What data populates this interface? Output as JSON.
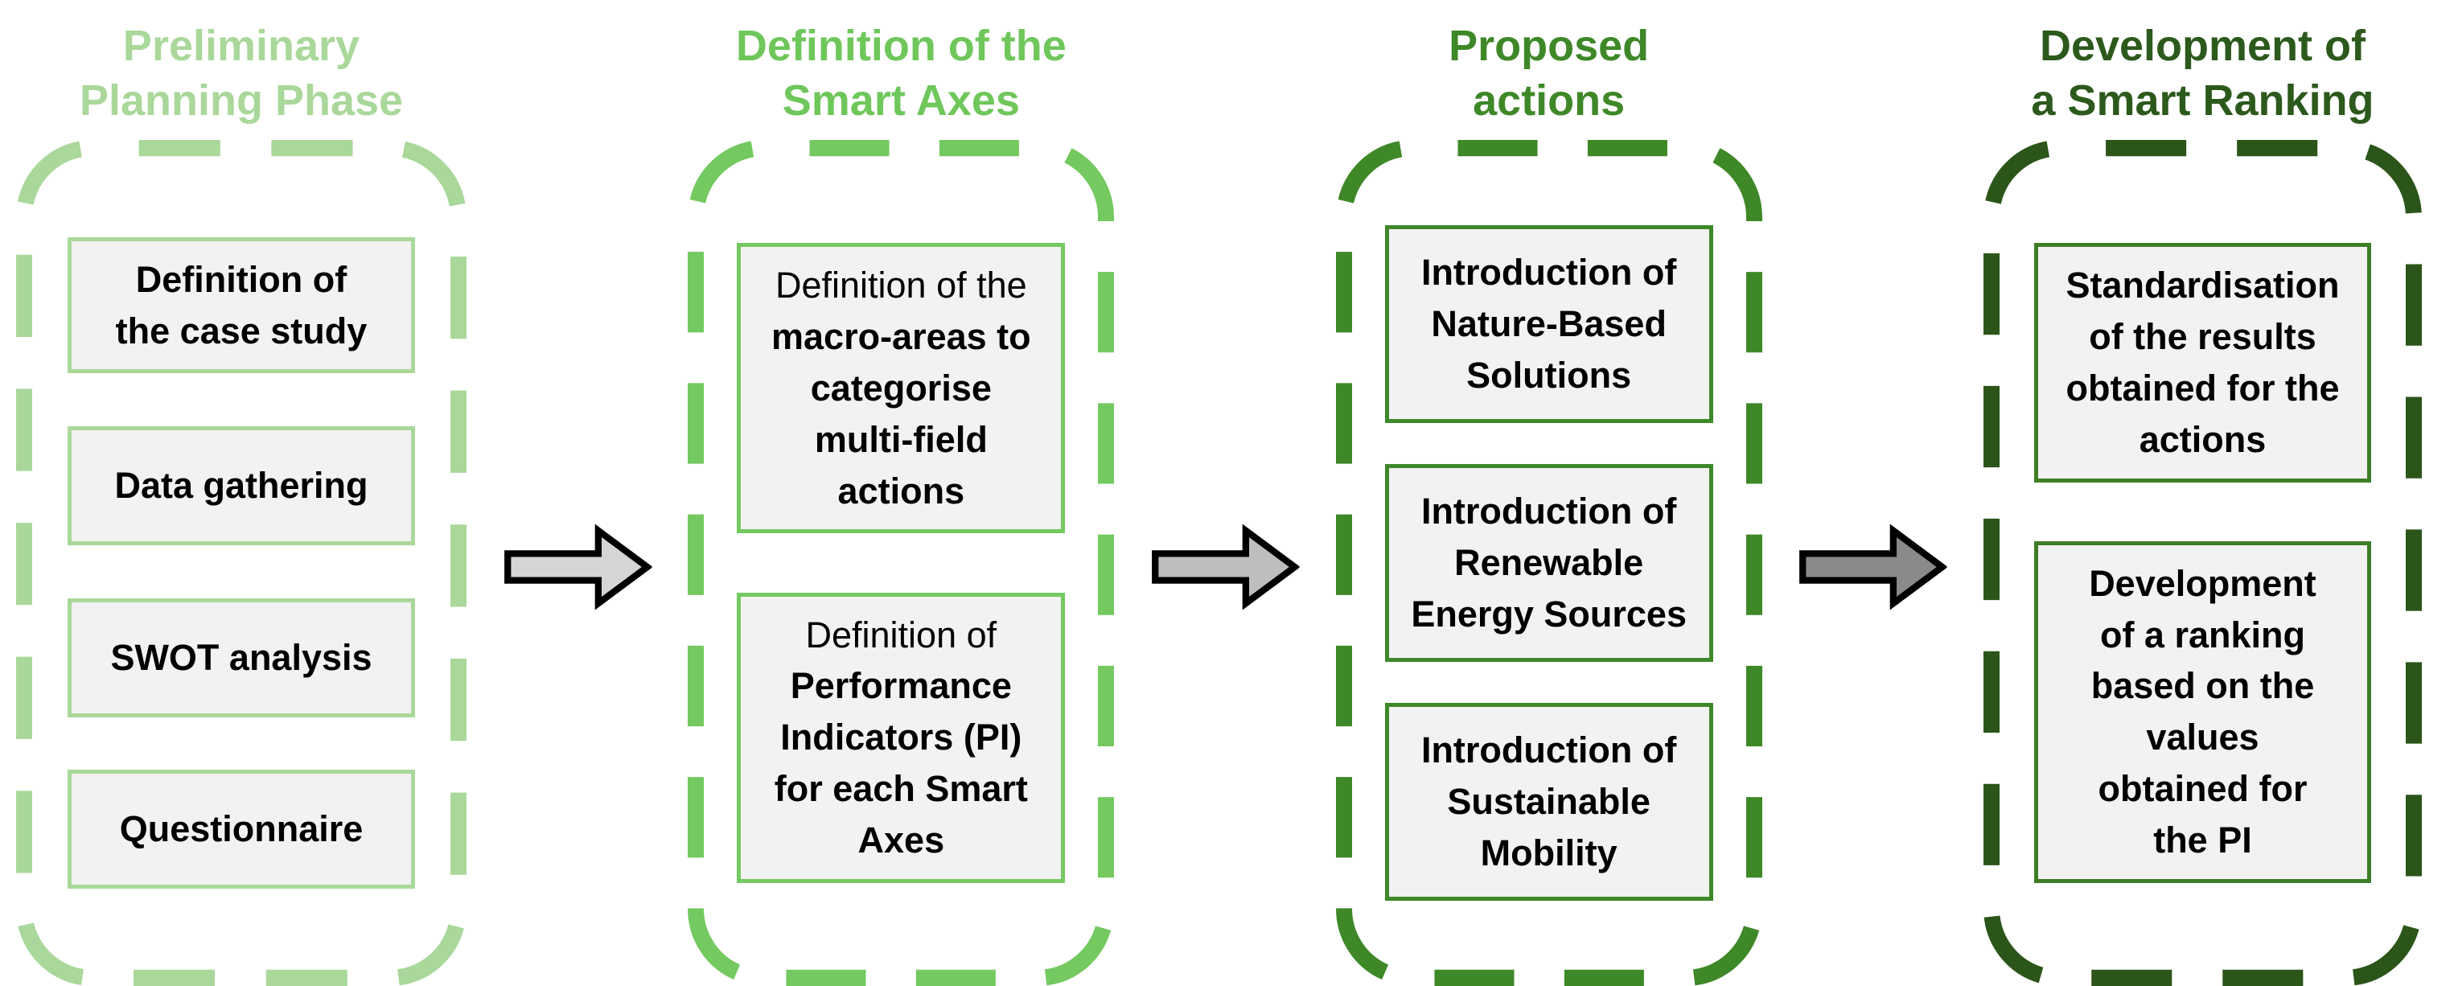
{
  "figure": {
    "background": "#FFFFFF",
    "box_fill": "#F2F2F2",
    "box_text_color": "#000000"
  },
  "phases": [
    {
      "id": "preliminary-planning-phase",
      "title_lines": [
        "Preliminary",
        "Planning Phase"
      ],
      "title_color": "#A9D89A",
      "dash_color": "#A9D89A",
      "box_border_color": "#A9D89A",
      "boxes": [
        {
          "lines": [
            {
              "text": "Definition of",
              "bold": true
            },
            {
              "text": "the case study",
              "bold": true
            }
          ]
        },
        {
          "lines": [
            {
              "text": "Data gathering",
              "bold": true
            }
          ]
        },
        {
          "lines": [
            {
              "text": "SWOT analysis",
              "bold": true
            }
          ]
        },
        {
          "lines": [
            {
              "text": "Questionnaire",
              "bold": true
            }
          ]
        }
      ]
    },
    {
      "id": "definition-of-the-smart-axes",
      "title_lines": [
        "Definition of the",
        "Smart Axes"
      ],
      "title_color": "#6FC75B",
      "dash_color": "#74C960",
      "box_border_color": "#74C960",
      "boxes": [
        {
          "lines": [
            {
              "text": "Definition of the",
              "bold": false
            },
            {
              "text": "macro-areas to",
              "bold": true
            },
            {
              "text": "categorise",
              "bold": true
            },
            {
              "text": "multi-field",
              "bold": true
            },
            {
              "text": "actions",
              "bold": true
            }
          ]
        },
        {
          "lines": [
            {
              "text": "Definition of",
              "bold": false
            },
            {
              "text": "Performance",
              "bold": true
            },
            {
              "text": "Indicators (PI)",
              "bold": true
            },
            {
              "text": "for each Smart",
              "bold": true
            },
            {
              "text": "Axes",
              "bold": true
            }
          ]
        }
      ]
    },
    {
      "id": "proposed-actions",
      "title_lines": [
        "Proposed",
        "actions"
      ],
      "title_color": "#3E8828",
      "dash_color": "#3E8828",
      "box_border_color": "#3E8828",
      "boxes": [
        {
          "lines": [
            {
              "text": "Introduction of",
              "bold": true
            },
            {
              "text": "Nature-Based",
              "bold": true
            },
            {
              "text": "Solutions",
              "bold": true
            }
          ]
        },
        {
          "lines": [
            {
              "text": "Introduction of",
              "bold": true
            },
            {
              "text": "Renewable",
              "bold": true
            },
            {
              "text": "Energy Sources",
              "bold": true
            }
          ]
        },
        {
          "lines": [
            {
              "text": "Introduction of",
              "bold": true
            },
            {
              "text": "Sustainable",
              "bold": true
            },
            {
              "text": "Mobility",
              "bold": true
            }
          ]
        }
      ]
    },
    {
      "id": "development-of-a-smart-ranking",
      "title_lines": [
        "Development of",
        "a Smart Ranking"
      ],
      "title_color": "#2C591C",
      "dash_color": "#2B5519",
      "box_border_color": "#3E7E26",
      "boxes": [
        {
          "lines": [
            {
              "text": "Standardisation",
              "bold": true
            },
            {
              "text": "of the results",
              "bold": true
            },
            {
              "text": "obtained for the",
              "bold": true
            },
            {
              "text": "actions",
              "bold": true
            }
          ]
        },
        {
          "lines": [
            {
              "text": "Development",
              "bold": true
            },
            {
              "text": "of a ranking",
              "bold": true
            },
            {
              "text": "based on the",
              "bold": true
            },
            {
              "text": "values",
              "bold": true
            },
            {
              "text": "obtained for",
              "bold": true
            },
            {
              "text": "the PI",
              "bold": true
            }
          ]
        }
      ]
    }
  ],
  "arrows": [
    {
      "fill": "#D5D5D5",
      "outline": "#000000"
    },
    {
      "fill": "#BEBEBE",
      "outline": "#000000"
    },
    {
      "fill": "#8A8A8A",
      "outline": "#000000"
    }
  ]
}
